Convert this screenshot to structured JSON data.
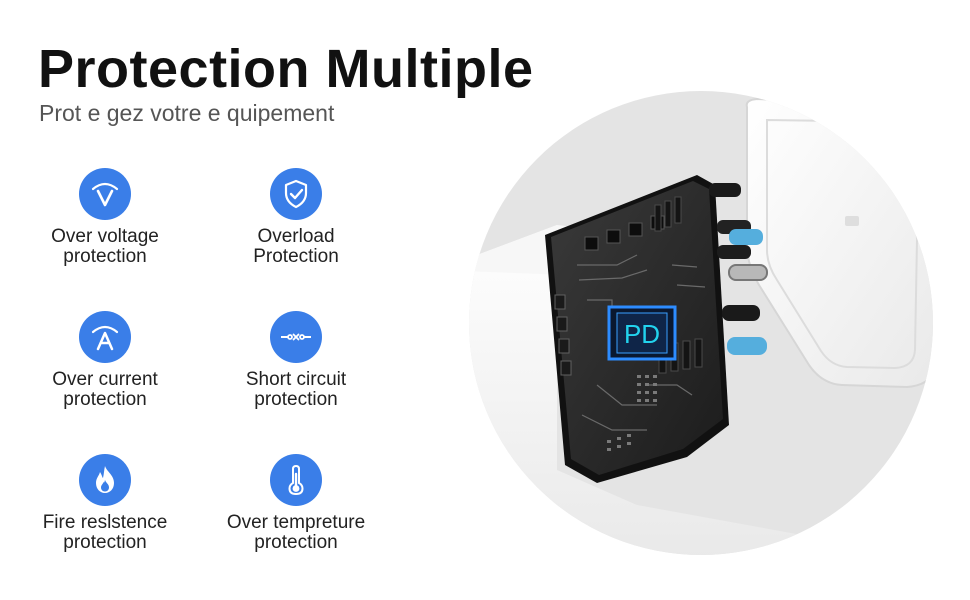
{
  "header": {
    "title": "Protection Multiple",
    "subtitle": "Prot e gez votre e quipement"
  },
  "colors": {
    "icon_bg": "#3a7ee8",
    "icon_fg": "#ffffff",
    "chip_text": "#22d3ee"
  },
  "product": {
    "chip_label": "PD"
  },
  "features": [
    {
      "icon": "voltage-v-icon",
      "line1": "Over voltage",
      "line2": "protection"
    },
    {
      "icon": "shield-check-icon",
      "line1": "Overload",
      "line2": "Protection"
    },
    {
      "icon": "current-a-icon",
      "line1": "Over current",
      "line2": "protection"
    },
    {
      "icon": "short-circuit-icon",
      "line1": "Short circuit",
      "line2": "protection"
    },
    {
      "icon": "flame-icon",
      "line1": "Fire reslstence",
      "line2": "protection"
    },
    {
      "icon": "thermometer-icon",
      "line1": "Over tempreture",
      "line2": "protection"
    }
  ]
}
